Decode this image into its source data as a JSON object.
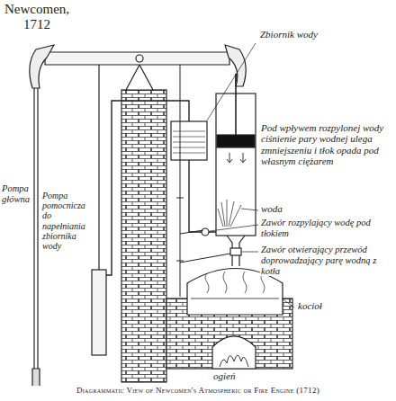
{
  "diagram": {
    "title": "Newcomen, 1712",
    "caption": "Diagrammatic View of Newcomen's Atmospheric or Fire Engine (1712)",
    "labels": [
      "Zbiornik wody",
      "Pod wpływem rozpylonej wody ciśnienie pary wodnej ulega zmniejszeniu i tłok opada pod własnym ciężarem",
      "woda",
      "Pompa główna",
      "Pompa pomocnicza do napełniania zbiornika wody",
      "Zawór rozpylający wodę pod tłokiem",
      "Zawór otwierający przewód doprowadzający parę wodną z kotła",
      "kocioł",
      "ogień"
    ]
  }
}
